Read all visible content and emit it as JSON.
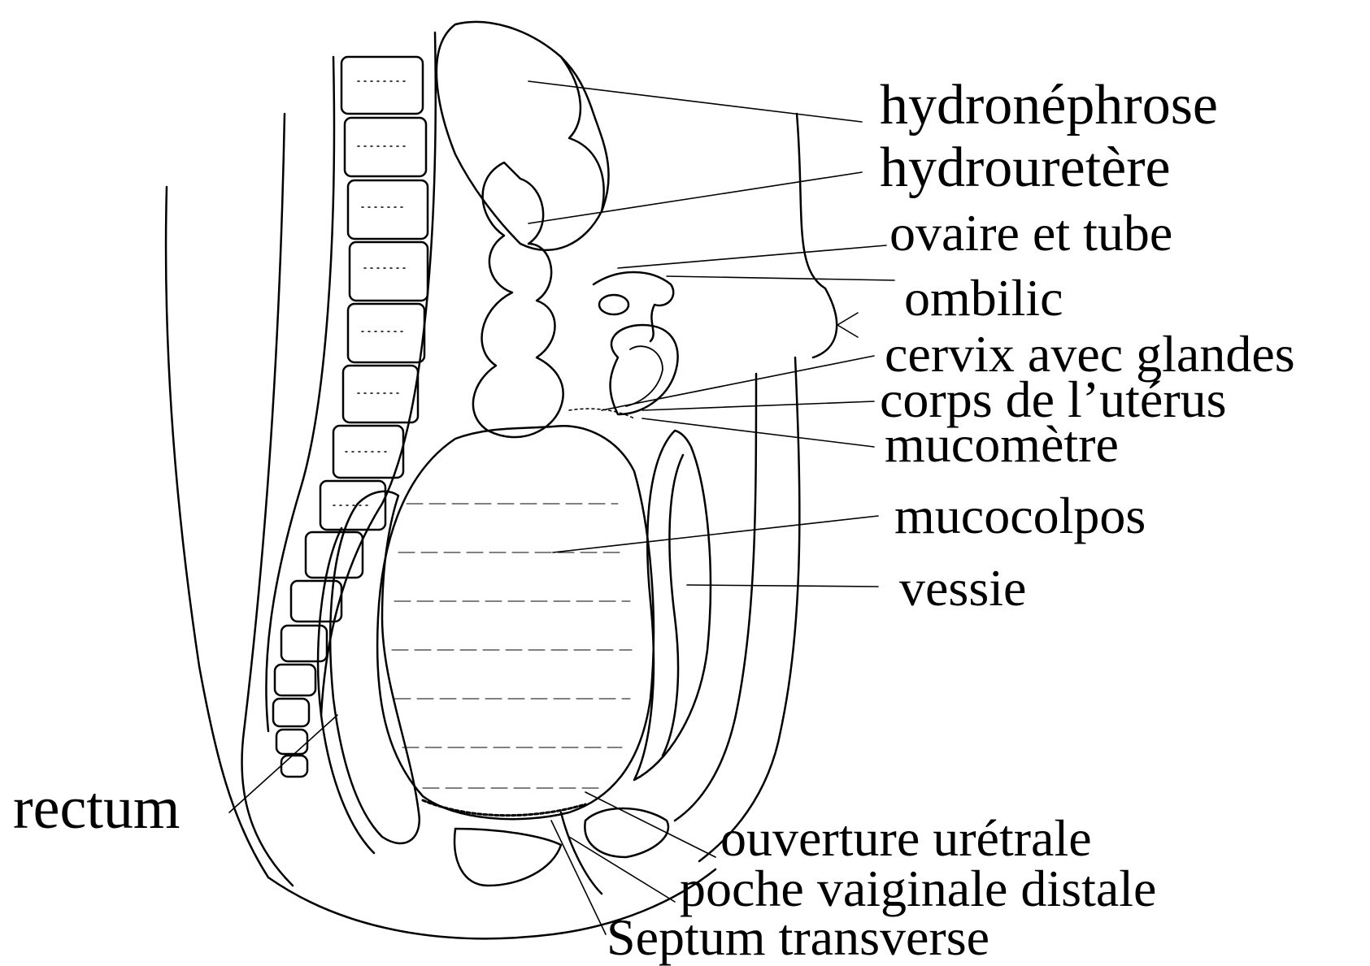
{
  "labels": {
    "hydronephrose": "hydronéphrose",
    "hydrouretere": "hydrouretère",
    "ovaire_tube": "ovaire et tube",
    "ombilic": "ombilic",
    "cervix": "cervix avec glandes",
    "corps_uterus": "corps de l’utérus",
    "mucometre": "mucomètre",
    "mucocolpos": "mucocolpos",
    "vessie": "vessie",
    "rectum": "rectum",
    "ouverture_uretrale": "ouverture urétrale",
    "poche_vaginale": "poche vaiginale distale",
    "septum": "Septum transverse"
  },
  "colors": {
    "ink": "#000000",
    "background": "#ffffff"
  }
}
